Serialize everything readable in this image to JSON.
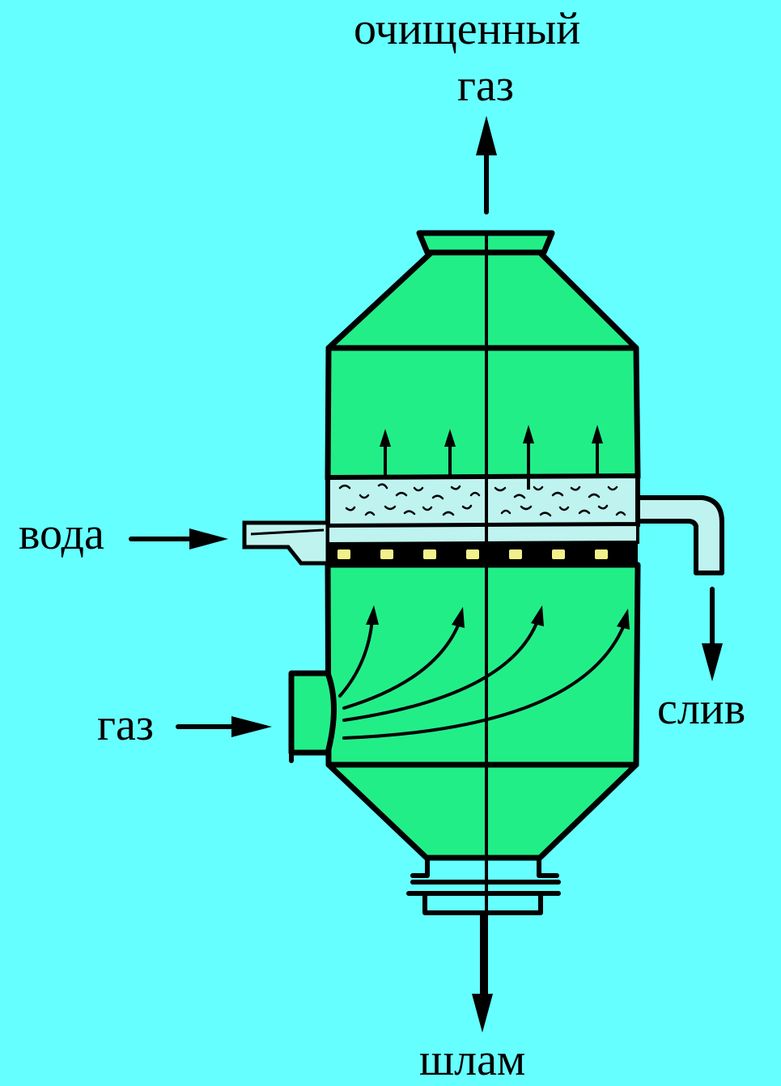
{
  "labels": {
    "clean_gas_line1": "очищенный",
    "clean_gas_line2": "газ",
    "water_in": "вода",
    "gas_in": "газ",
    "drain": "слив",
    "sludge": "шлам"
  },
  "colors": {
    "background": "#66ffff",
    "vessel": "#22ee88",
    "foam": "#bff3f0",
    "grid_holes": "#f2f08a",
    "lines": "#000000"
  }
}
